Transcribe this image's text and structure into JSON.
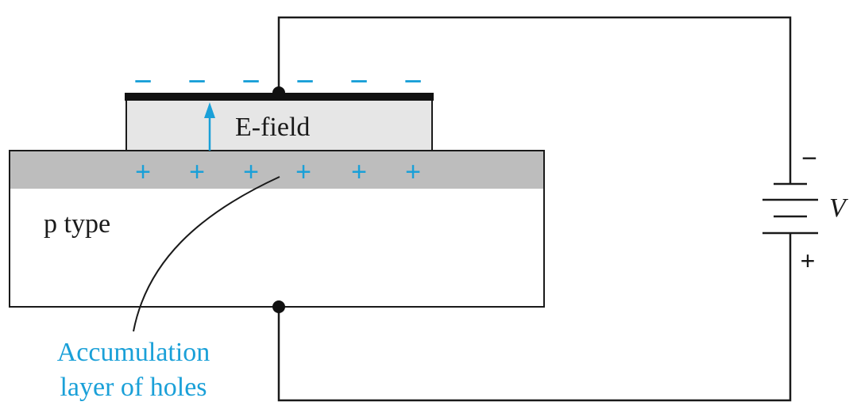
{
  "labels": {
    "e_field": "E-field",
    "semiconductor": "p type",
    "accumulation_line1": "Accumulation",
    "accumulation_line2": "layer of holes",
    "voltage": "V",
    "battery_negative": "−",
    "battery_positive": "+"
  },
  "charges": {
    "gate": [
      "−",
      "−",
      "−",
      "−",
      "−",
      "−"
    ],
    "surface": [
      "+",
      "+",
      "+",
      "+",
      "+",
      "+"
    ]
  },
  "colors": {
    "charge": "#1aa0d8",
    "line": "#1a1a1a",
    "gate_metal": "#111111",
    "oxide": "#e6e6e6",
    "accumulation_layer": "#bdbdbd",
    "substrate": "#ffffff"
  }
}
